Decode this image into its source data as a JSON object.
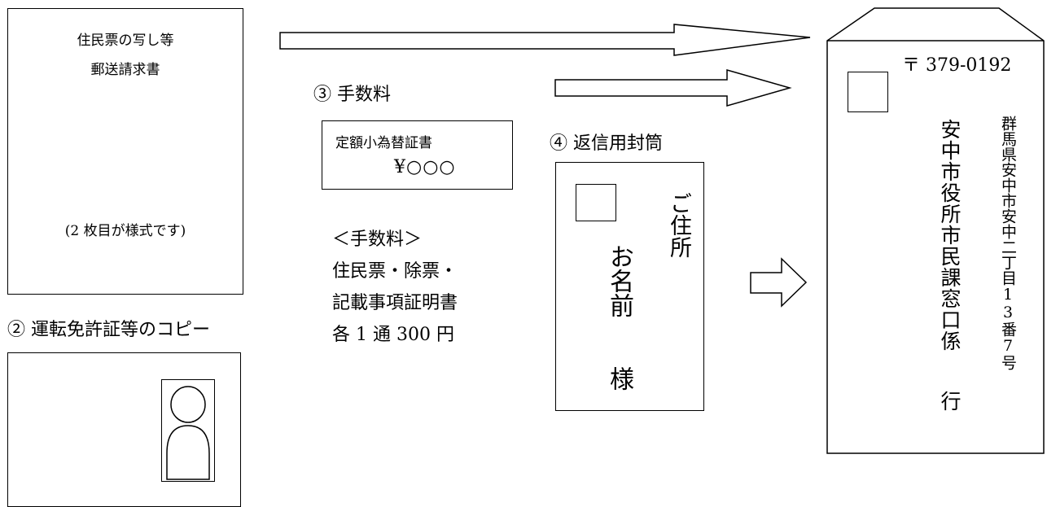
{
  "form": {
    "title_line1": "住民票の写し等",
    "title_line2": "郵送請求書",
    "note": "(2 枚目が様式です)"
  },
  "step2": {
    "label": "② 運転免許証等のコピー"
  },
  "step3": {
    "label": "③ 手数料",
    "money_order_title": "定額小為替証書",
    "money_order_amount": "¥○○○"
  },
  "fee_info": {
    "heading": "＜手数料＞",
    "line1": "住民票・除票・",
    "line2": "記載事項証明書",
    "line3": "各 1 通 300 円"
  },
  "step4": {
    "label": "④ 返信用封筒",
    "address": "ご住所",
    "name": "お名前",
    "honorific": "様"
  },
  "send_envelope": {
    "postal": "〒 379-0192",
    "address": "群馬県安中市安中二丁目13番7号",
    "recipient": "安中市役所市民課窓口係",
    "suffix": "行"
  }
}
